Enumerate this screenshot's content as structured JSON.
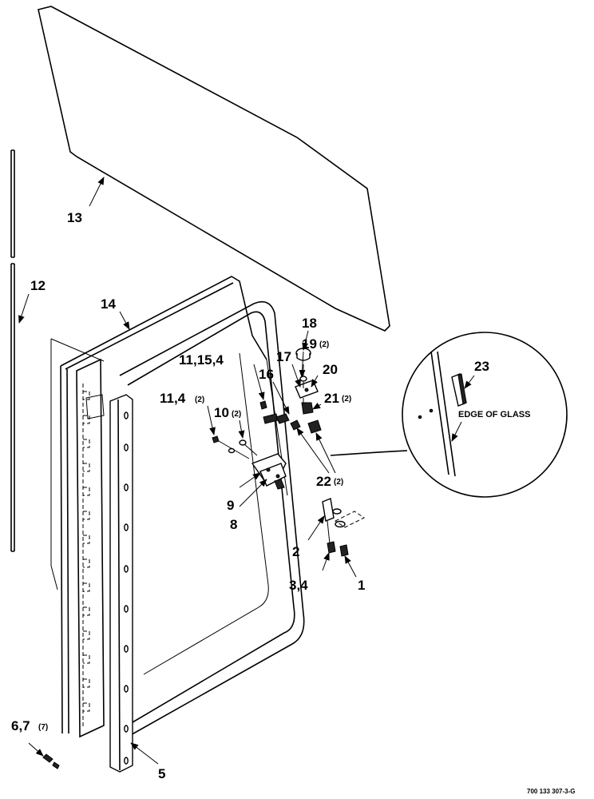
{
  "callouts": {
    "c1": "1",
    "c2": "2",
    "c3_4": "3,4",
    "c5": "5",
    "c6_7": "6,7",
    "c6_7_qty": "(7)",
    "c8": "8",
    "c9": "9",
    "c10": "10",
    "c10_qty": "(2)",
    "c11_4": "11,4",
    "c11_4_qty": "(2)",
    "c11_15_4": "11,15,4",
    "c12": "12",
    "c13": "13",
    "c14": "14",
    "c16": "16",
    "c17": "17",
    "c18": "18",
    "c19": "19",
    "c19_qty": "(2)",
    "c20": "20",
    "c21": "21",
    "c21_qty": "(2)",
    "c22": "22",
    "c22_qty": "(2)",
    "c23": "23"
  },
  "detail_note": "EDGE OF GLASS",
  "drawing_number": "700 133 307-3-G"
}
